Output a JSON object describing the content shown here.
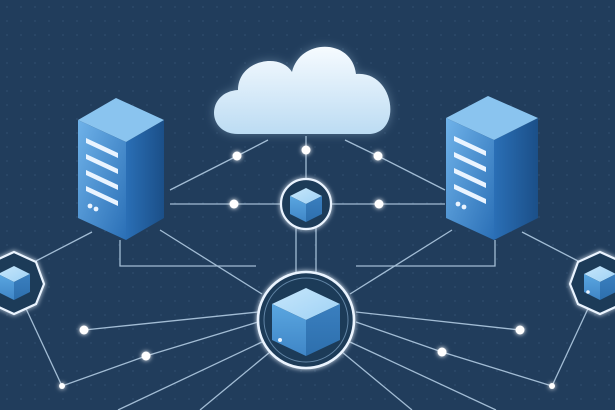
{
  "scene": {
    "background_color": "#213d5c",
    "grid_dot_color": "#2e4c6c",
    "line_color": "#b9d3ea",
    "node_dot_color": "#ffffff",
    "cloud_colors": [
      "#f6fbff",
      "#bcdcf3"
    ],
    "server_colors": [
      "#6fb2e9",
      "#2a6fb6",
      "#1b4f88"
    ],
    "cube_colors": [
      "#9fd2f5",
      "#4f9ad8",
      "#2d6fad"
    ],
    "ring_color": "#eaf4ff"
  },
  "elements": {
    "cloud": {
      "icon": "cloud-icon"
    },
    "servers": [
      {
        "name": "server-left",
        "icon": "server-tower-icon",
        "drive_slots": 4
      },
      {
        "name": "server-right",
        "icon": "server-tower-icon",
        "drive_slots": 4
      }
    ],
    "cubes": [
      {
        "name": "cube-hub-small",
        "icon": "cube-icon"
      },
      {
        "name": "cube-hub-large",
        "icon": "cube-icon"
      },
      {
        "name": "cube-edge-left",
        "icon": "cube-icon"
      },
      {
        "name": "cube-edge-right",
        "icon": "cube-icon"
      }
    ]
  }
}
